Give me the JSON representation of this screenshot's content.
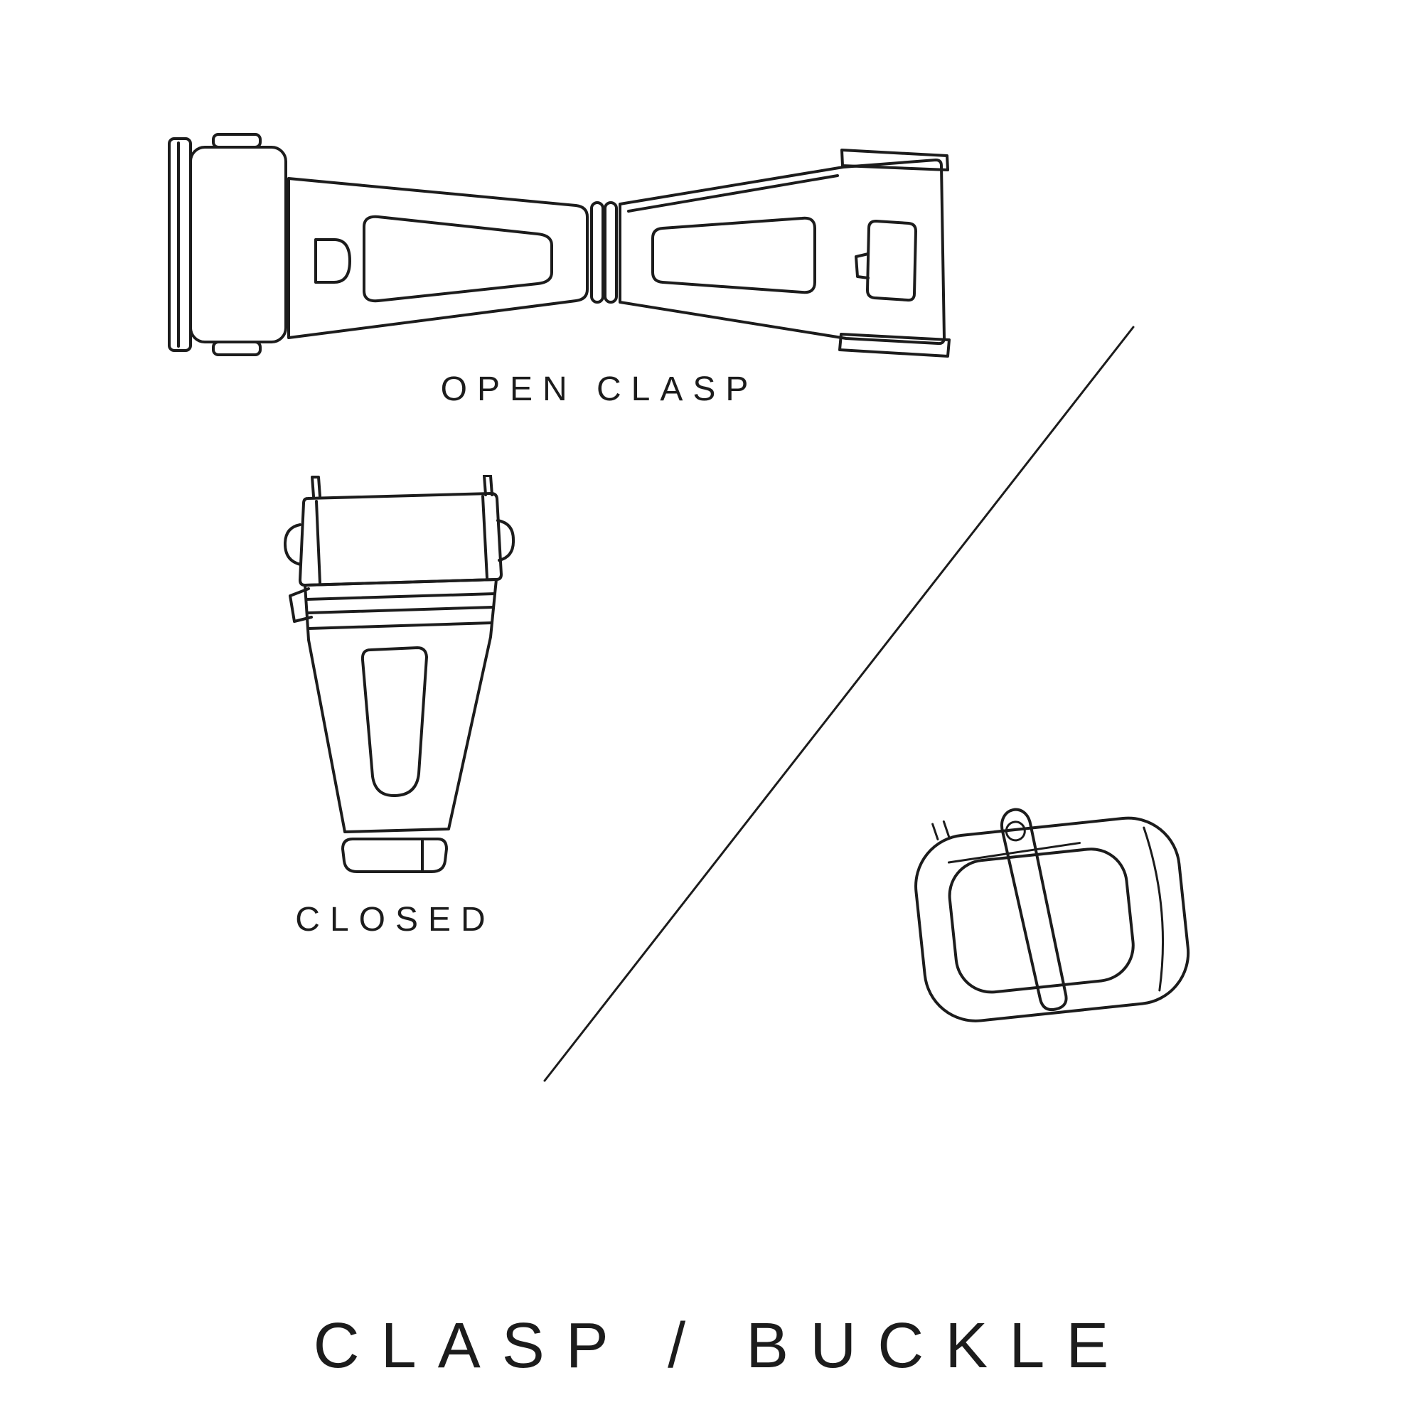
{
  "page": {
    "background": "#ffffff",
    "ink": "#1c1c1c",
    "title": "CLASP / BUCKLE"
  },
  "figures": {
    "open_clasp": {
      "name": "open-clasp-illustration",
      "label": "OPEN CLASP"
    },
    "closed_clasp": {
      "name": "closed-clasp-illustration",
      "label": "CLOSED"
    },
    "buckle": {
      "name": "buckle-illustration"
    }
  }
}
